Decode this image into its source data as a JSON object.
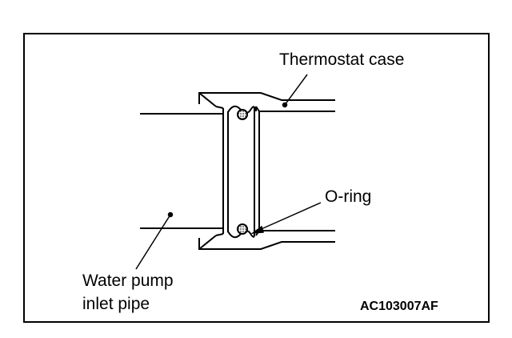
{
  "diagram": {
    "labels": {
      "thermostat_case": "Thermostat case",
      "o_ring": "O-ring",
      "water_pump_line1": "Water pump",
      "water_pump_line2": "inlet pipe"
    },
    "figure_id": "AC103007AF"
  },
  "colors": {
    "line": "#000000",
    "background": "#ffffff",
    "o_ring_fill": "#b4b4b4"
  }
}
